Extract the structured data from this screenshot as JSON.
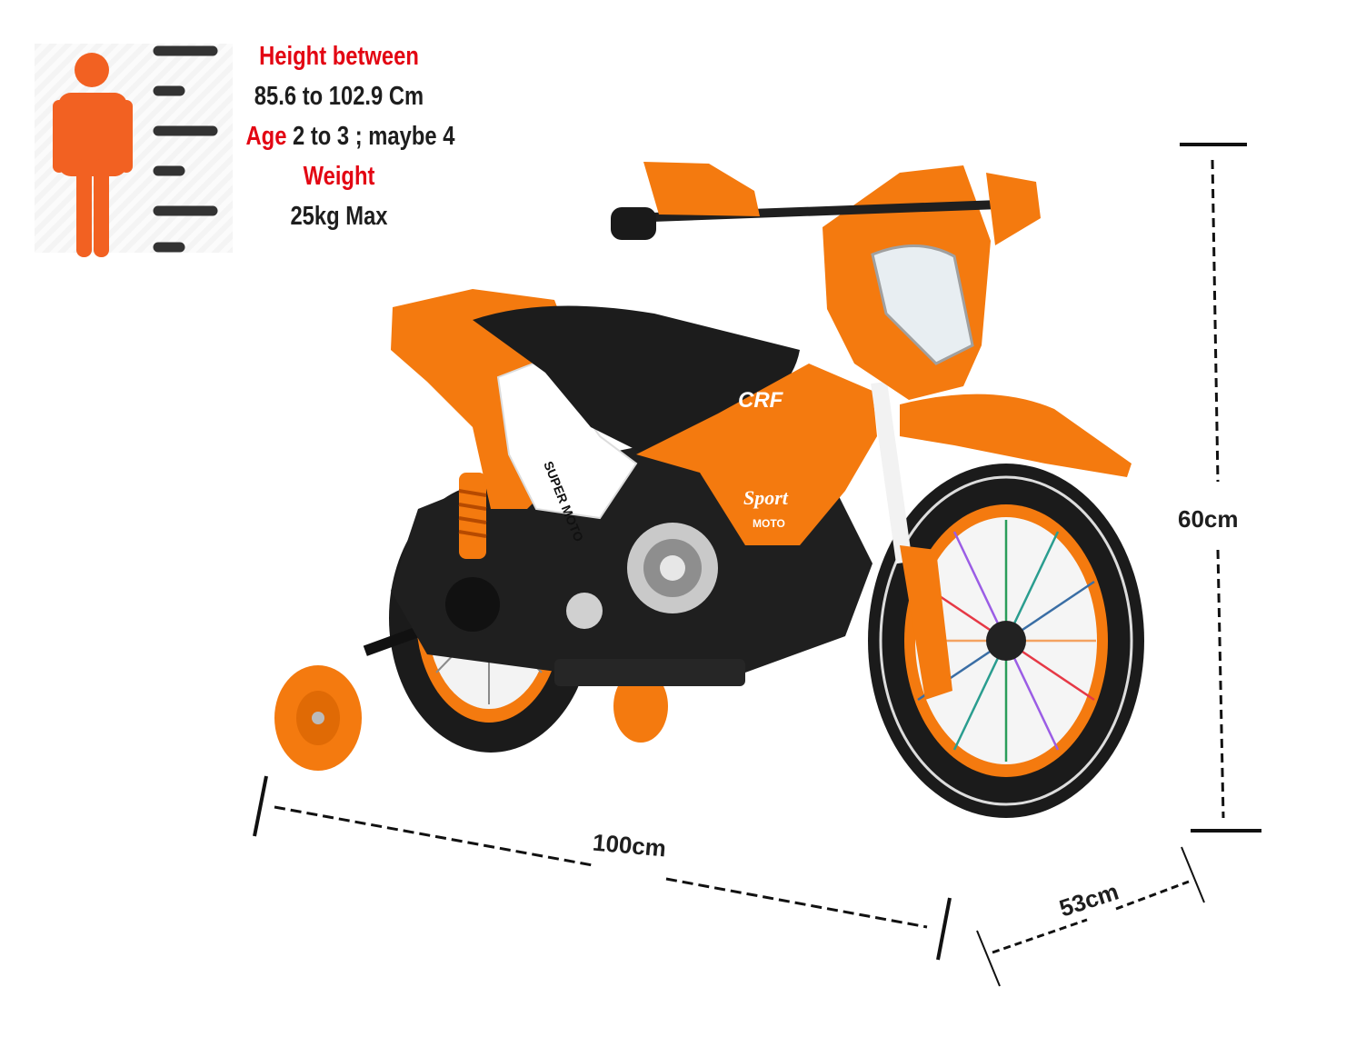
{
  "specs": {
    "height_label": "Height between",
    "height_value": "85.6 to 102.9 Cm",
    "age_label": "Age",
    "age_value": "2 to 3 ; maybe 4",
    "weight_label": "Weight",
    "weight_value": "25kg Max"
  },
  "dimensions": {
    "height": "60cm",
    "length": "100cm",
    "width": "53cm"
  },
  "icons": {
    "person": "person-icon",
    "ruler": "height-scale-icon",
    "bike": "orange-dirt-bike"
  },
  "colors": {
    "accent_red": "#e30613",
    "bike_orange": "#f47a0f",
    "person_orange": "#f26122"
  }
}
